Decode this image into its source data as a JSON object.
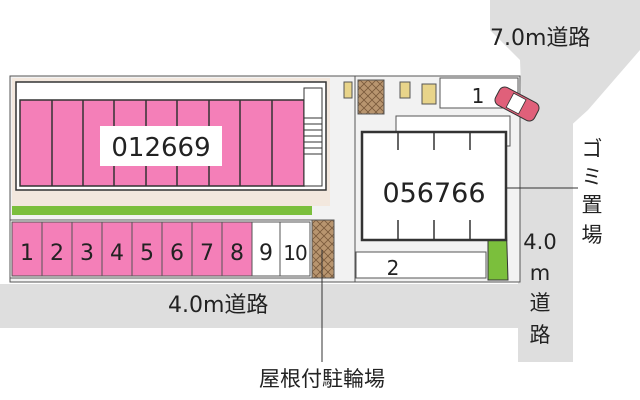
{
  "roads": {
    "top_right": "7.0m道路",
    "bottom": "4.0m道路",
    "right_chars": [
      "4.0",
      "m",
      "道",
      "路"
    ]
  },
  "buildings": {
    "left": {
      "id": "012669",
      "color": "#f47fb8"
    },
    "right": {
      "id": "056766"
    }
  },
  "parking": {
    "front_spaces": [
      "1",
      "2",
      "3",
      "4",
      "5",
      "6",
      "7",
      "8",
      "9",
      "10"
    ],
    "front_occupied_color": "#f47fb8",
    "front_occupied_count": 8,
    "side_space_top": "1",
    "side_space_bottom": "2",
    "car_color": "#e0607a"
  },
  "labels": {
    "garbage_chars": [
      "ゴ",
      "ミ",
      "置",
      "場"
    ],
    "bike_shelter": "屋根付駐輪場"
  },
  "colors": {
    "road": "#dedede",
    "lot": "#f2f2f2",
    "hatch": "#b8956f",
    "hedge": "#7bbf3c",
    "sand": "#f3e8de"
  }
}
